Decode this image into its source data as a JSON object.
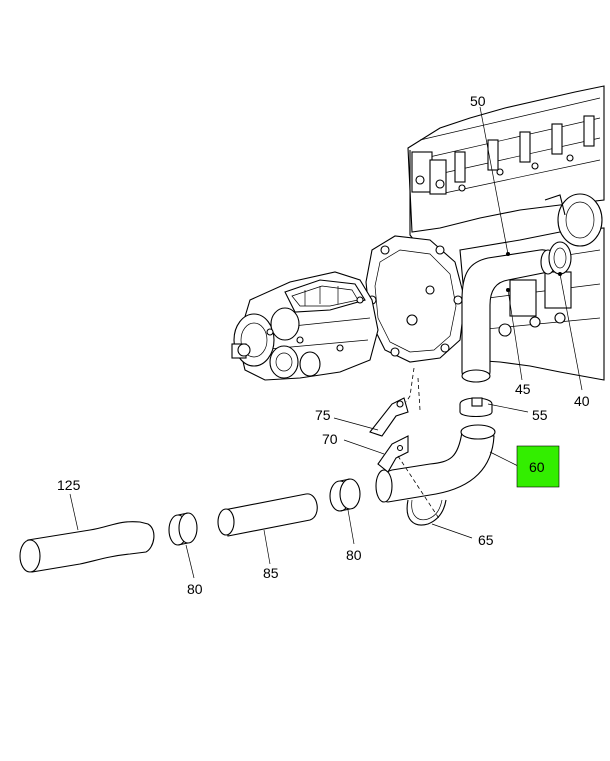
{
  "callouts": {
    "c50": "50",
    "c45": "45",
    "c40": "40",
    "c55": "55",
    "c75": "75",
    "c70": "70",
    "c60": "60",
    "c125": "125",
    "c80a": "80",
    "c85": "85",
    "c80b": "80",
    "c65": "65"
  },
  "highlight": {
    "color": "#33ee00",
    "callout": "60"
  }
}
